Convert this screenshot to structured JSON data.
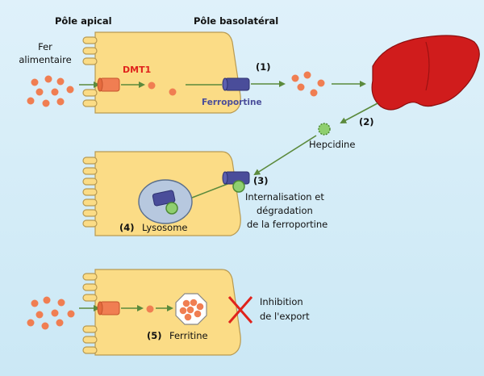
{
  "headers": {
    "apical": "Pôle apical",
    "basolateral": "Pôle basolatéral"
  },
  "panel1": {
    "dietary_iron": [
      "Fer",
      "alimentaire"
    ],
    "dmt1": "DMT1",
    "ferroportin": "Ferroportine",
    "step": "(1)"
  },
  "liver": {
    "step": "(2)",
    "hepcidin": "Hepcidine"
  },
  "panel2": {
    "step3": "(3)",
    "internalisation": [
      "Internalisation et",
      "dégradation",
      "de la ferroportine"
    ],
    "step4": "(4)",
    "lysosome": "Lysosome"
  },
  "panel3": {
    "step5": "(5)",
    "ferritin": "Ferritine",
    "inhibition": [
      "Inhibition",
      "de l'export"
    ]
  },
  "colors": {
    "cell": "#fbdc86",
    "cell_outline": "#b89a52",
    "iron": "#f07e52",
    "arrow": "#5b8a3c",
    "transporter": "#4a4d9a",
    "dmt1": "#f07e52",
    "hepcidin": "#8fcf6f",
    "liver": "#d01c1c",
    "lysosome": "#b7c8df",
    "inhibit": "#e0231c",
    "background": "#d4edf8"
  }
}
